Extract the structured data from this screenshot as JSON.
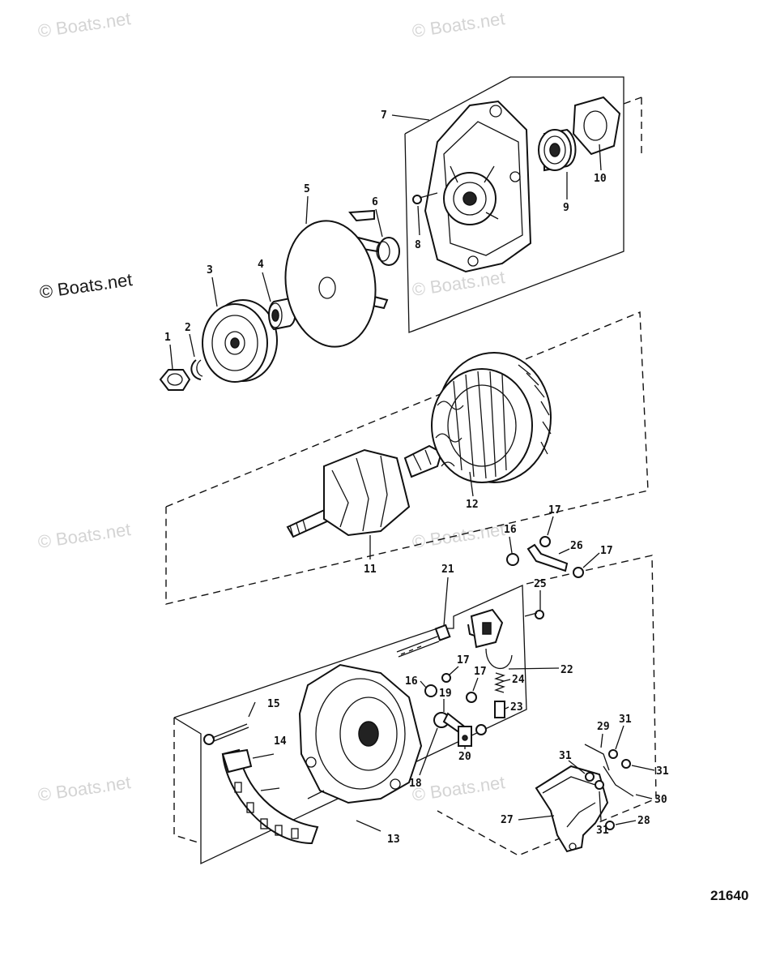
{
  "watermarks": [
    "© Boats.net",
    "© Boats.net",
    "© Boats.net",
    "© Boats.net",
    "© Boats.net",
    "© Boats.net",
    "© Boats.net",
    "© Boats.net"
  ],
  "figure_id": "21640",
  "callouts": [
    "1",
    "2",
    "3",
    "4",
    "5",
    "6",
    "7",
    "8",
    "9",
    "10",
    "11",
    "12",
    "13",
    "14",
    "15",
    "16",
    "16",
    "17",
    "17",
    "17",
    "17",
    "18",
    "19",
    "20",
    "21",
    "22",
    "23",
    "24",
    "25",
    "26",
    "27",
    "28",
    "29",
    "30",
    "31",
    "31",
    "31",
    "31"
  ]
}
